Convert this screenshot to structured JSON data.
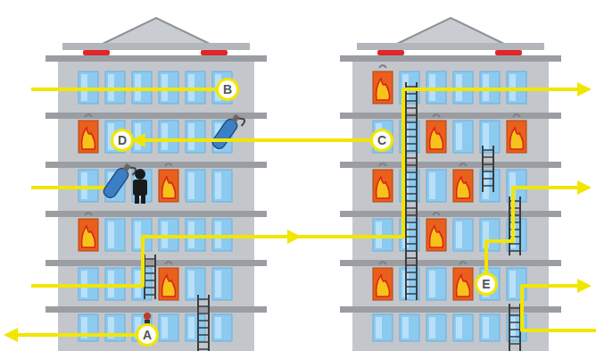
{
  "diagram": {
    "nodes": [
      {
        "text": [
          "B"
        ]
      },
      {
        "text": [
          "D"
        ]
      },
      {
        "text": [
          "C"
        ]
      },
      {
        "text": [
          "E"
        ]
      },
      {
        "text": [
          "A"
        ]
      }
    ],
    "edges": [
      {
        "from": 2,
        "to": 1,
        "arrow": "to"
      }
    ]
  }
}
